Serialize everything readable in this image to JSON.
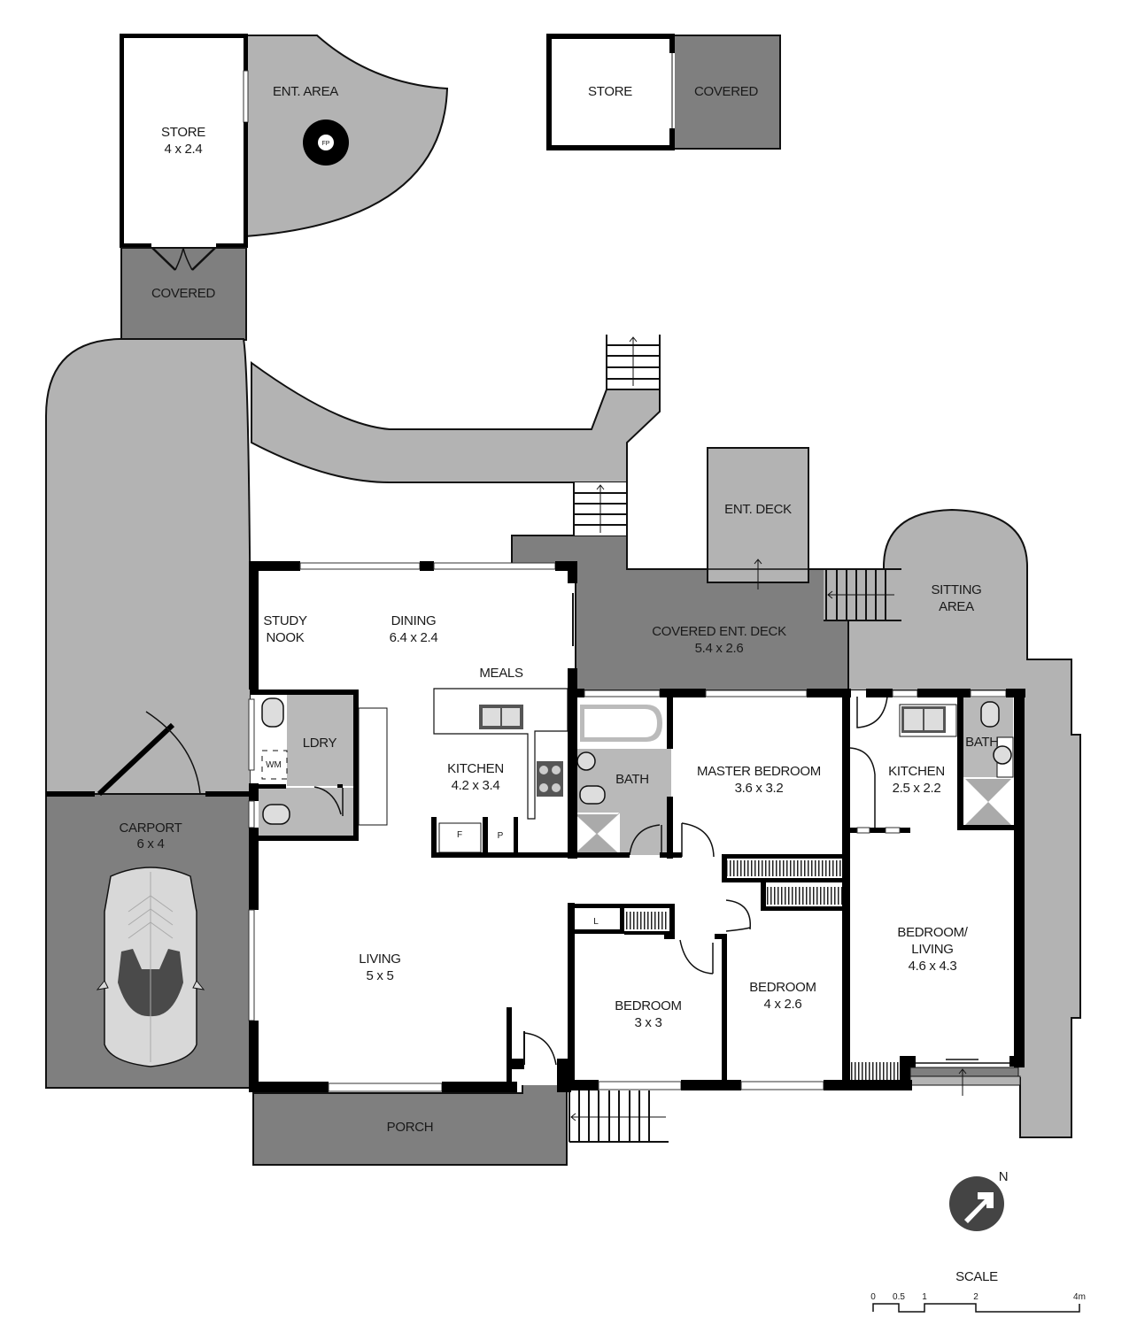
{
  "rooms": {
    "store_main": {
      "name": "STORE",
      "dims": "4 x 2.4"
    },
    "ent_area": {
      "name": "ENT. AREA",
      "fireplace": "FP"
    },
    "covered_store": {
      "name": "COVERED"
    },
    "store_small": {
      "name": "STORE"
    },
    "covered_small": {
      "name": "COVERED"
    },
    "ent_deck": {
      "name": "ENT. DECK"
    },
    "covered_ent_deck": {
      "name": "COVERED ENT. DECK",
      "dims": "5.4 x 2.6"
    },
    "sitting_area": {
      "line1": "SITTING",
      "line2": "AREA"
    },
    "study_nook": {
      "line1": "STUDY",
      "line2": "NOOK"
    },
    "dining": {
      "name": "DINING",
      "dims": "6.4 x 2.4"
    },
    "meals": {
      "name": "MEALS"
    },
    "laundry": {
      "name": "LDRY",
      "washer": "WM"
    },
    "kitchen": {
      "name": "KITCHEN",
      "dims": "4.2 x 3.4",
      "fridge": "F",
      "pantry": "P"
    },
    "bath": {
      "name": "BATH"
    },
    "master_bedroom": {
      "name": "MASTER BEDROOM",
      "dims": "3.6 x 3.2"
    },
    "kitchen2": {
      "name": "KITCHEN",
      "dims": "2.5 x 2.2"
    },
    "bath2": {
      "name": "BATH"
    },
    "carport": {
      "name": "CARPORT",
      "dims": "6 x 4"
    },
    "living": {
      "name": "LIVING",
      "dims": "5 x 5"
    },
    "linen": {
      "name": "L"
    },
    "bedroom_3x3": {
      "name": "BEDROOM",
      "dims": "3 x 3"
    },
    "bedroom_4x26": {
      "name": "BEDROOM",
      "dims": "4 x 2.6"
    },
    "bedroom_living": {
      "line1": "BEDROOM/",
      "line2": "LIVING",
      "dims": "4.6 x 4.3"
    },
    "porch": {
      "name": "PORCH"
    }
  },
  "compass": {
    "label": "N",
    "icon": "north-arrow-icon"
  },
  "scale": {
    "title": "SCALE",
    "ticks": [
      "0",
      "0.5",
      "1",
      "2",
      "4m"
    ]
  },
  "colors": {
    "outdoor_light": "#b3b3b3",
    "outdoor_dark": "#7f7f7f",
    "wall": "#000000",
    "tile": "#b9b9b9",
    "compass": "#444444"
  }
}
